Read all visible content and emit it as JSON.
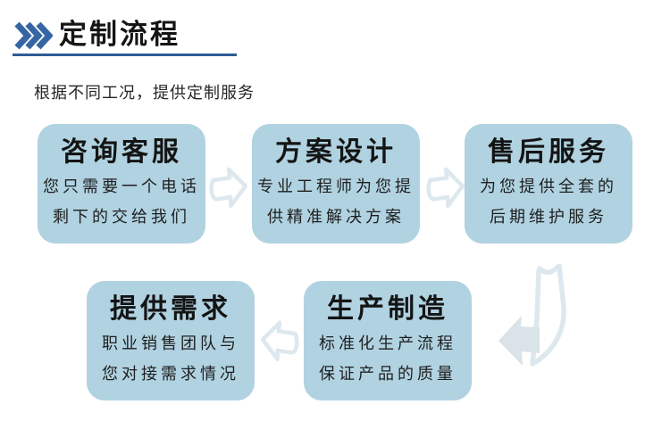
{
  "header": {
    "title": "定制流程",
    "subtitle": "根据不同工况，提供定制服务"
  },
  "colors": {
    "chevron": "#3566a3",
    "underline": "#2e5c95",
    "box_fill": "#b0d2e1",
    "arrow_outline": "#dde8ee",
    "arrow_solid": "#d9e3e8"
  },
  "flow": {
    "row1": [
      {
        "title": "咨询客服",
        "line1": "您只需要一个电话",
        "line2": "剩下的交给我们"
      },
      {
        "title": "方案设计",
        "line1": "专业工程师为您提",
        "line2": "供精准解决方案"
      },
      {
        "title": "售后服务",
        "line1": "为您提供全套的",
        "line2": "后期维护服务"
      }
    ],
    "row2": [
      {
        "title": "提供需求",
        "line1": "职业销售团队与",
        "line2": "您对接需求情况"
      },
      {
        "title": "生产制造",
        "line1": "标准化生产流程",
        "line2": "保证产品的质量"
      }
    ]
  },
  "icons": {
    "chevrons": "triple-chevron-right",
    "arrow_right": "arrow-right",
    "arrow_left": "arrow-left",
    "arrow_down_curve": "arrow-down-left-curve"
  }
}
